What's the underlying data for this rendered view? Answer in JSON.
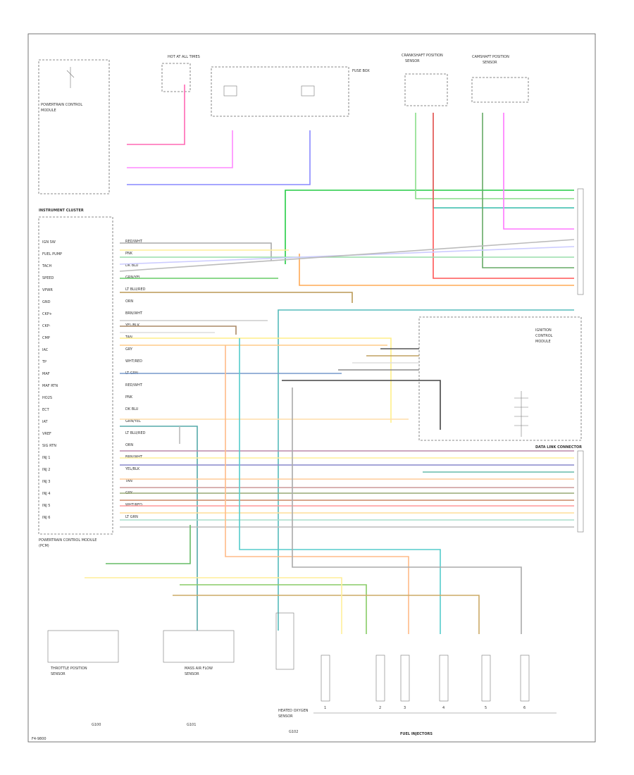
{
  "diagram": {
    "footer_code": "F4-9800",
    "title": "INSTRUMENT CLUSTER",
    "connector_title": "DATA LINK CONNECTOR",
    "injectors_title": "FUEL INJECTORS",
    "components": {
      "pcm_top": [
        "POWERTRAIN CONTROL",
        "MODULE"
      ],
      "hot_run": [
        "HOT AT ALL TIMES"
      ],
      "fuse_box": [
        "FUSE BOX"
      ],
      "sensor_a": [
        "CRANKSHAFT POSITION",
        "SENSOR"
      ],
      "sensor_b": [
        "CAMSHAFT POSITION",
        "SENSOR"
      ],
      "left_module": [
        "POWERTRAIN CONTROL MODULE",
        "(PCM)"
      ],
      "right_module": [
        "IGNITION",
        "CONTROL",
        "MODULE"
      ],
      "bottom_left": [
        "THROTTLE POSITION",
        "SENSOR"
      ],
      "bottom_mid": [
        "MASS AIR FLOW",
        "SENSOR"
      ],
      "bottom_center": [
        "HEATED OXYGEN",
        "SENSOR"
      ],
      "ground_a": [
        "G100"
      ],
      "ground_b": [
        "G101"
      ],
      "ground_c": [
        "G102"
      ]
    },
    "cluster_pins": [
      "IGN SW",
      "FUEL PUMP",
      "TACH",
      "SPEED",
      "VPWR",
      "GND",
      "CKP+",
      "CKP-",
      "CMP",
      "IAC",
      "TP",
      "MAF",
      "MAF RTN",
      "HO2S",
      "ECT",
      "IAT",
      "VREF",
      "SIG RTN",
      "INJ 1",
      "INJ 2",
      "INJ 3",
      "INJ 4",
      "INJ 5",
      "INJ 6"
    ],
    "wire_codes": [
      "RED/WHT",
      "PNK",
      "DK BLU",
      "GRN/YEL",
      "LT BLU/RED",
      "ORN",
      "BRN/WHT",
      "YEL/BLK",
      "TAN",
      "GRY",
      "WHT/RED",
      "LT GRN"
    ],
    "injector_labels": [
      "1",
      "2",
      "3",
      "4",
      "5",
      "6"
    ]
  }
}
